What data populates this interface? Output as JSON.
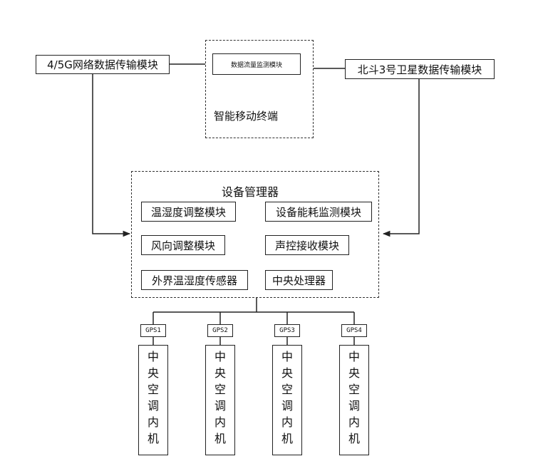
{
  "top": {
    "network_module": "4/5G网络数据传输模块",
    "beidou_module": "北斗3号卫星数据传输模块",
    "terminal": {
      "title": "智能移动终端",
      "inner_module": "数据流量监测模块"
    }
  },
  "manager": {
    "title": "设备管理器",
    "modules": [
      "温湿度调整模块",
      "设备能耗监测模块",
      "风向调整模块",
      "声控接收模块",
      "外界温湿度传感器",
      "中央处理器"
    ]
  },
  "units": [
    {
      "gps": "GPS1",
      "chars": [
        "中",
        "央",
        "空",
        "调",
        "内",
        "机"
      ]
    },
    {
      "gps": "GPS2",
      "chars": [
        "中",
        "央",
        "空",
        "调",
        "内",
        "机"
      ]
    },
    {
      "gps": "GPS3",
      "chars": [
        "中",
        "央",
        "空",
        "调",
        "内",
        "机"
      ]
    },
    {
      "gps": "GPS4",
      "chars": [
        "中",
        "央",
        "空",
        "调",
        "内",
        "机"
      ]
    }
  ]
}
